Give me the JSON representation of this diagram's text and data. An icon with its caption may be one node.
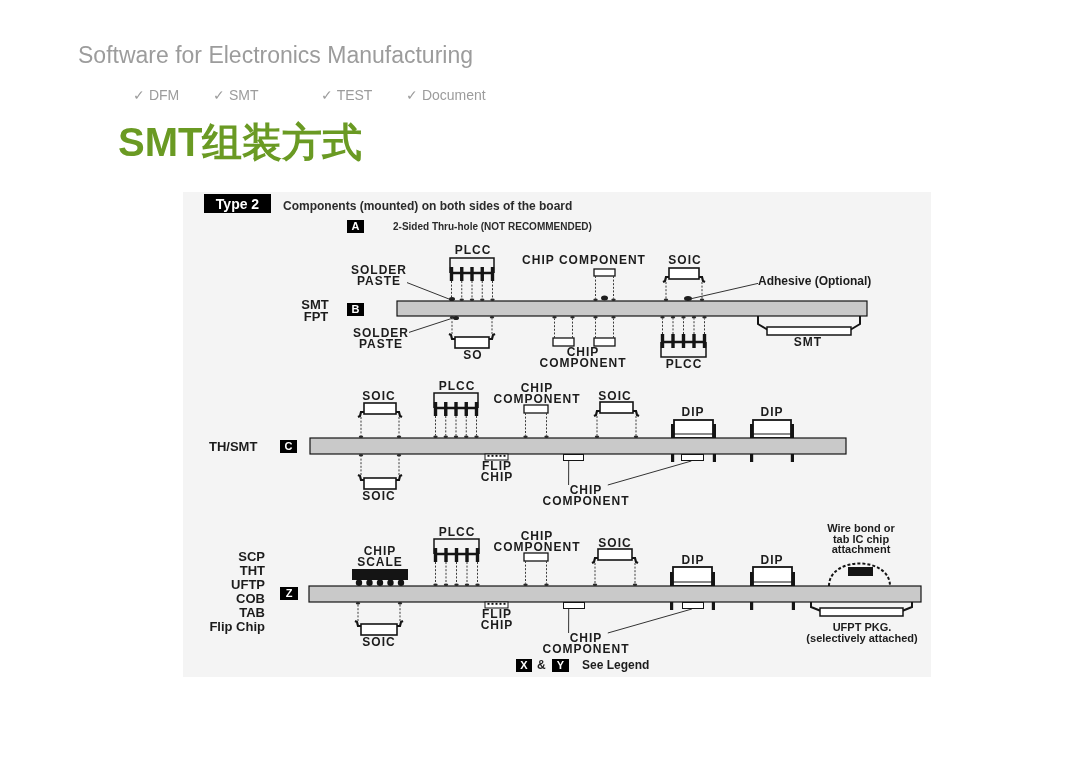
{
  "diagram": {
    "title": "SMT组装方式",
    "nodes": [
      {
        "text": [
          "Type 2"
        ]
      },
      {
        "text": [
          "A"
        ]
      },
      {
        "text": [
          "SOLDER PASTE"
        ]
      },
      {
        "text": [],
        "shape": "circle"
      },
      {
        "text": [
          "Adhesive (Optional)"
        ]
      },
      {
        "text": [],
        "shape": "circle"
      },
      {
        "text": [
          "B"
        ]
      },
      {
        "text": [
          "SOLDER PASTE"
        ]
      },
      {
        "text": [],
        "shape": "circle"
      },
      {
        "text": [
          "C"
        ]
      },
      {
        "text": [],
        "shape": "box"
      },
      {
        "text": [],
        "shape": "box"
      },
      {
        "text": [
          "CHIP COMPONENT"
        ]
      },
      {
        "text": [
          "Z"
        ]
      },
      {
        "text": [],
        "shape": "box"
      },
      {
        "text": [],
        "shape": "box"
      },
      {
        "text": [
          "CHIP COMPONENT"
        ]
      },
      {
        "text": [
          "X"
        ]
      },
      {
        "text": [
          "Y"
        ]
      }
    ],
    "edges": [
      {
        "from": 2,
        "to": 3,
        "arrow": "none"
      },
      {
        "from": 4,
        "to": 5,
        "arrow": "none"
      },
      {
        "from": 7,
        "to": 8,
        "arrow": "none"
      },
      {
        "from": 12,
        "to": 10,
        "arrow": "none"
      },
      {
        "from": 12,
        "to": 11,
        "arrow": "none"
      },
      {
        "from": 16,
        "to": 14,
        "arrow": "none"
      },
      {
        "from": 16,
        "to": 15,
        "arrow": "none"
      }
    ],
    "labels": [
      "Software for Electronics Manufacturing",
      "✓ DFM",
      "✓ SMT",
      "✓ TEST",
      "✓ Document",
      "Components (mounted) on both sides of the board",
      "2-Sided Thru-hole (NOT RECOMMENDED)",
      "PLCC",
      "CHIP COMPONENT",
      "SOIC",
      "SMT",
      "FPT",
      "SO",
      "CHIP COMPONENT",
      "PLCC",
      "SMT",
      "SOIC",
      "PLCC",
      "CHIP COMPONENT",
      "SOIC",
      "DIP",
      "DIP",
      "TH/SMT",
      "FLIP CHIP",
      "SOIC",
      "Wire bond or tab IC chip attachment",
      "PLCC",
      "CHIP COMPONENT",
      "SOIC",
      "CHIP SCALE",
      "SCP",
      "DIP",
      "DIP",
      "THT",
      "UFTP",
      "COB",
      "TAB",
      "Flip Chip",
      "FLIP CHIP",
      "UFPT PKG. (selectively attached)",
      "SOIC",
      "&",
      "See Legend"
    ]
  }
}
